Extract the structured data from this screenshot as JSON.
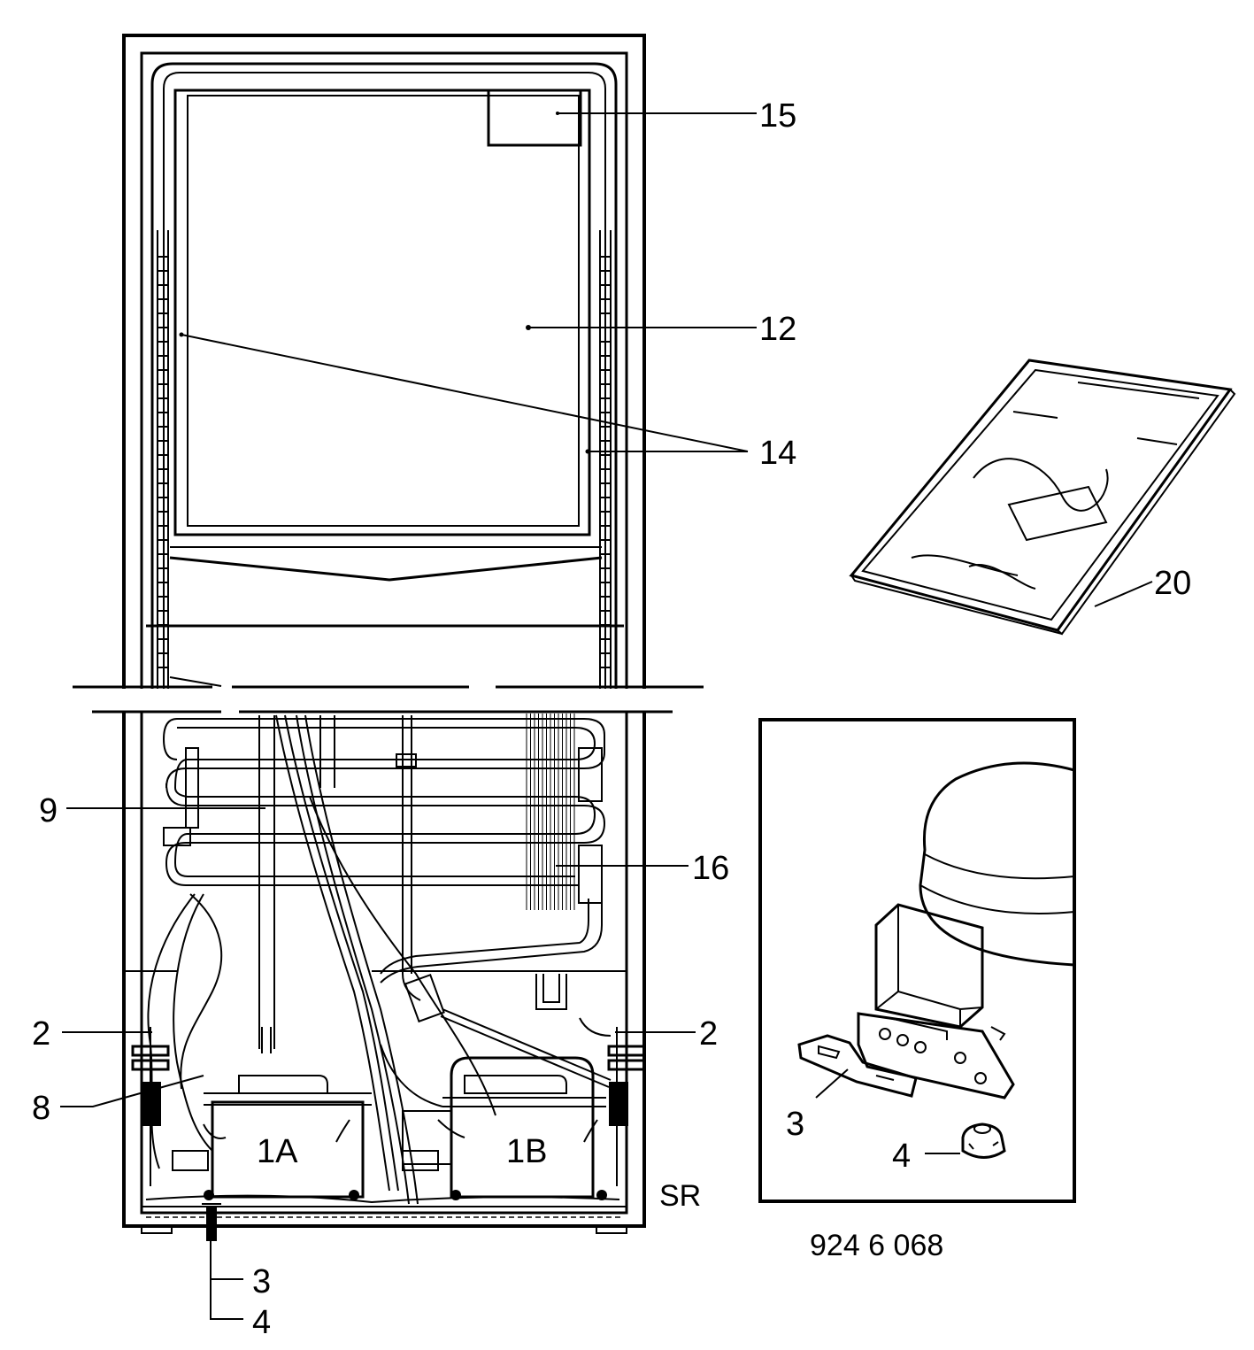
{
  "diagram": {
    "part_labels": {
      "p15": "15",
      "p12": "12",
      "p14": "14",
      "p20": "20",
      "p9": "9",
      "p16": "16",
      "p2_left": "2",
      "p2_right": "2",
      "p8": "8",
      "p1A": "1A",
      "p1B": "1B",
      "p3_main": "3",
      "p4_main": "4",
      "p3_detail": "3",
      "p4_detail": "4"
    },
    "variant_code": "SR",
    "drawing_number": "924 6 068"
  }
}
